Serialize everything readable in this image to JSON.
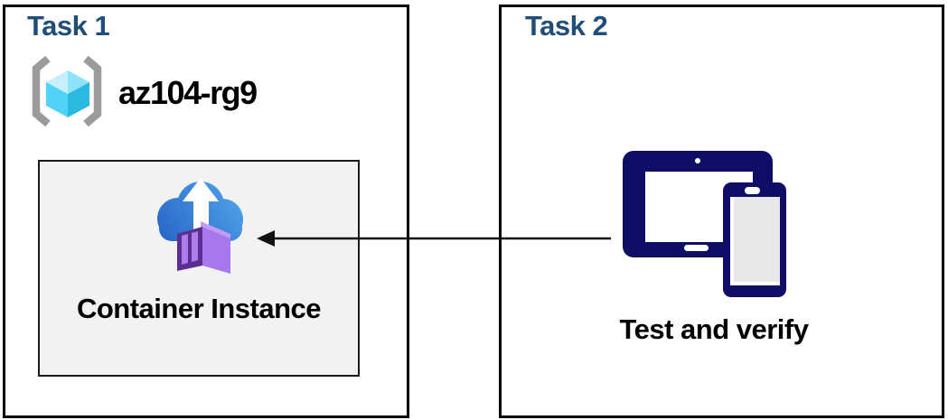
{
  "task1": {
    "title": "Task 1",
    "resource_group_name": "az104-rg9",
    "container_box_label": "Container Instance",
    "icons": {
      "resource_group": "azure-resource-group-icon",
      "container_instance": "azure-container-instances-icon"
    }
  },
  "task2": {
    "title": "Task 2",
    "caption": "Test and verify",
    "icons": {
      "devices": "tablet-and-phone-icon"
    }
  },
  "arrow": {
    "direction": "right-to-left",
    "from": "task2-devices",
    "to": "task1-container-instance"
  },
  "colors": {
    "title_blue": "#1F4E79",
    "box_border": "#000000",
    "inner_box_bg": "#F2F2F2",
    "inner_box_border": "#1A1A1A",
    "arrow_black": "#111111",
    "device_navy": "#0E0E66",
    "device_screen_gray": "#E8E8E8",
    "cloud_blue_light": "#55A7EC",
    "cloud_blue_dark": "#2767C8",
    "container_purple_dark": "#5B2E90",
    "container_purple_mid": "#A678EC",
    "container_purple_light": "#C49CF4",
    "container_stripe": "#AC7DEC",
    "rg_bracket_gray": "#9B9B9B",
    "rg_cube_top_left": "#C6F1FC",
    "rg_cube_top_right": "#8FE3F8",
    "rg_cube_left": "#4ED2F6",
    "rg_cube_right": "#2CB9E0"
  }
}
